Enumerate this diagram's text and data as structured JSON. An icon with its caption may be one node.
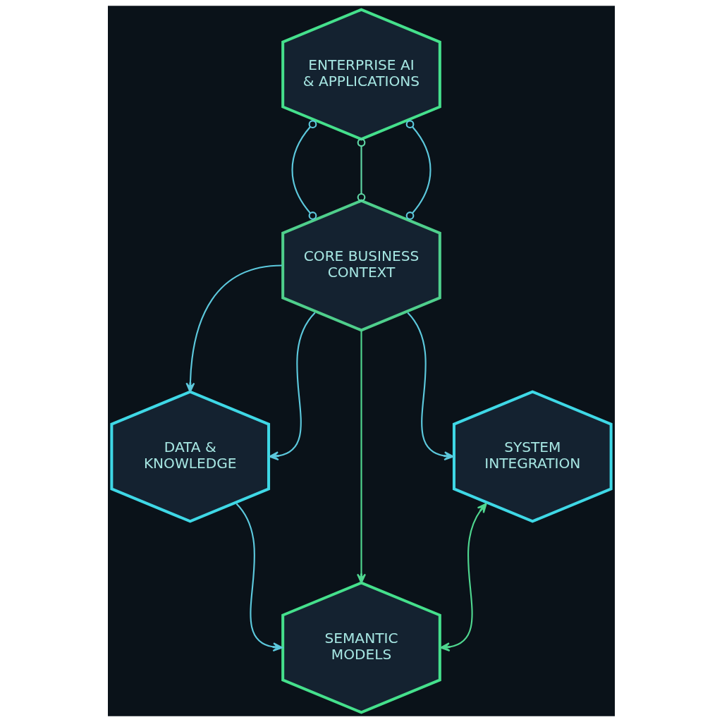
{
  "diagram": {
    "nodes": [
      {
        "text": [
          "ENTERPRISE AI & APPLICATIONS"
        ]
      },
      {
        "text": [
          "CORE BUSINESS CONTEXT"
        ]
      },
      {
        "text": [
          "DATA & KNOWLEDGE"
        ]
      },
      {
        "text": [
          "SEMANTIC MODELS"
        ]
      },
      {
        "text": [
          "SYSTEM INTEGRATION"
        ]
      }
    ],
    "edges": [
      {
        "from": 0,
        "to": 1,
        "arrow": "other"
      },
      {
        "from": 0,
        "to": 1,
        "arrow": "other",
        "color": "#5fd6a4"
      },
      {
        "from": 0,
        "to": 1,
        "arrow": "other"
      },
      {
        "from": 1,
        "to": 2,
        "arrow": "to"
      },
      {
        "from": 1,
        "to": 2,
        "arrow": "to"
      },
      {
        "from": 1,
        "to": 3,
        "arrow": "to",
        "color": "#4fd68f"
      },
      {
        "from": 1,
        "to": 4,
        "arrow": "to"
      },
      {
        "from": 2,
        "to": 3,
        "arrow": "to"
      },
      {
        "from": 4,
        "to": 3,
        "arrow": "both",
        "color": "#4fd68f"
      }
    ]
  }
}
